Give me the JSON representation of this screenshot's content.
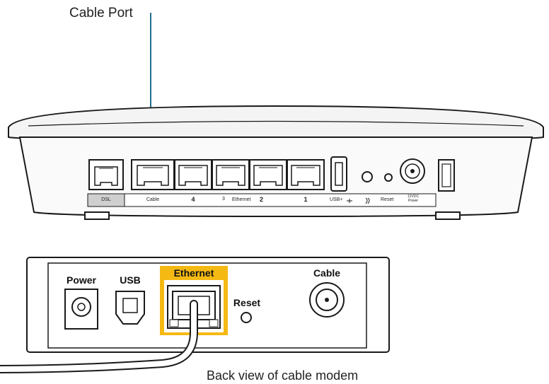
{
  "callout": {
    "label": "Cable Port"
  },
  "router": {
    "port_labels": {
      "dsl": "DSL",
      "cable": "Cable",
      "port4": "4",
      "port3": "3",
      "ethernet": "Ethernet",
      "port2": "2",
      "port1": "1",
      "usb": "USB+",
      "reset": "Reset",
      "power_line1": "12VDC",
      "power_line2": "Power"
    }
  },
  "modem": {
    "labels": {
      "power": "Power",
      "usb": "USB",
      "ethernet": "Ethernet",
      "reset": "Reset",
      "cable": "Cable"
    },
    "colors": {
      "ethernet_highlight": "#f5b914"
    }
  },
  "caption": "Back view of cable modem"
}
